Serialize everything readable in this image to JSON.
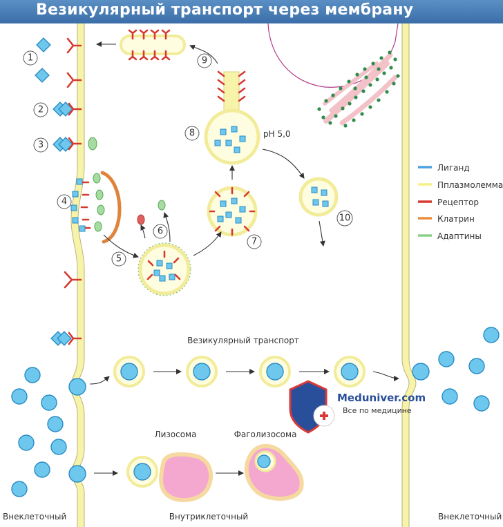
{
  "title": "Везикулярный транспорт через мембрану",
  "steps": [
    "1",
    "2",
    "3",
    "4",
    "5",
    "6",
    "7",
    "8",
    "9",
    "10"
  ],
  "ph_label": "pH 5,0",
  "legend": [
    {
      "label": "Лиганд",
      "color": "#4aa3e0"
    },
    {
      "label": "Пплазмолемма",
      "color": "#f6f08a"
    },
    {
      "label": "Рецептор",
      "color": "#d63a2f"
    },
    {
      "label": "Клатрин",
      "color": "#ec8c3c"
    },
    {
      "label": "Адаптины",
      "color": "#8ed08a"
    }
  ],
  "labels": {
    "vesicular_transport": "Везикулярный транспорт",
    "lysosome": "Лизосома",
    "phagolysosome": "Фаголизосома",
    "extracellular_left": "Внеклеточный",
    "intracellular": "Внутриклеточный",
    "extracellular_right": "Внеклеточный"
  },
  "watermark": {
    "name": "Meduniver.com",
    "tagline": "Все по медицине"
  }
}
